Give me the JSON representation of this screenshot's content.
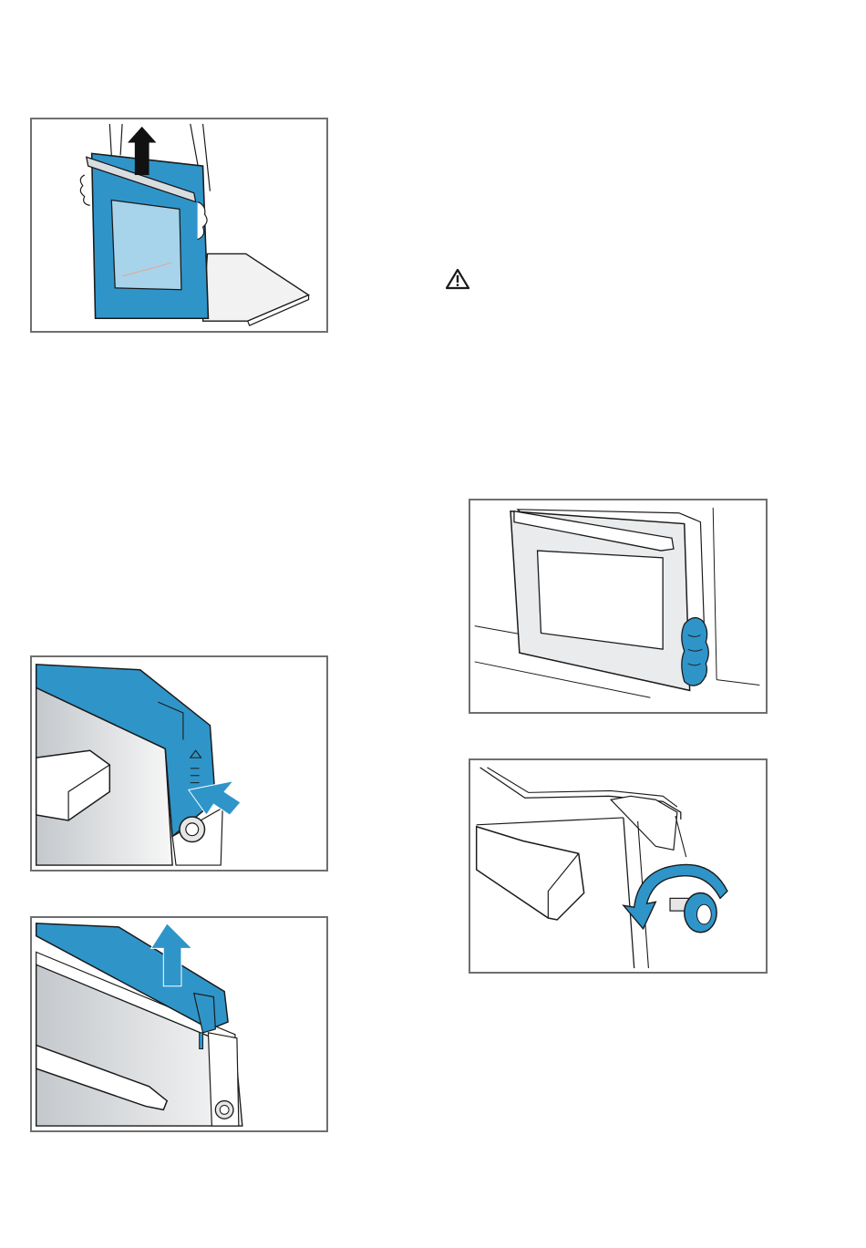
{
  "colors": {
    "accent_blue": "#2f95c9",
    "frame_border": "#6f6f6f",
    "outline": "#1a1a1a"
  },
  "icons": {
    "warning": "warning-triangle-icon"
  },
  "figures": [
    {
      "id": "fig1",
      "subject": "lift-door-panel-illustration"
    },
    {
      "id": "fig2",
      "subject": "press-cover-clip-illustration"
    },
    {
      "id": "fig3",
      "subject": "remove-door-cover-illustration"
    },
    {
      "id": "fig4",
      "subject": "door-with-cloth-illustration"
    },
    {
      "id": "fig5",
      "subject": "unscrew-knob-illustration"
    }
  ]
}
